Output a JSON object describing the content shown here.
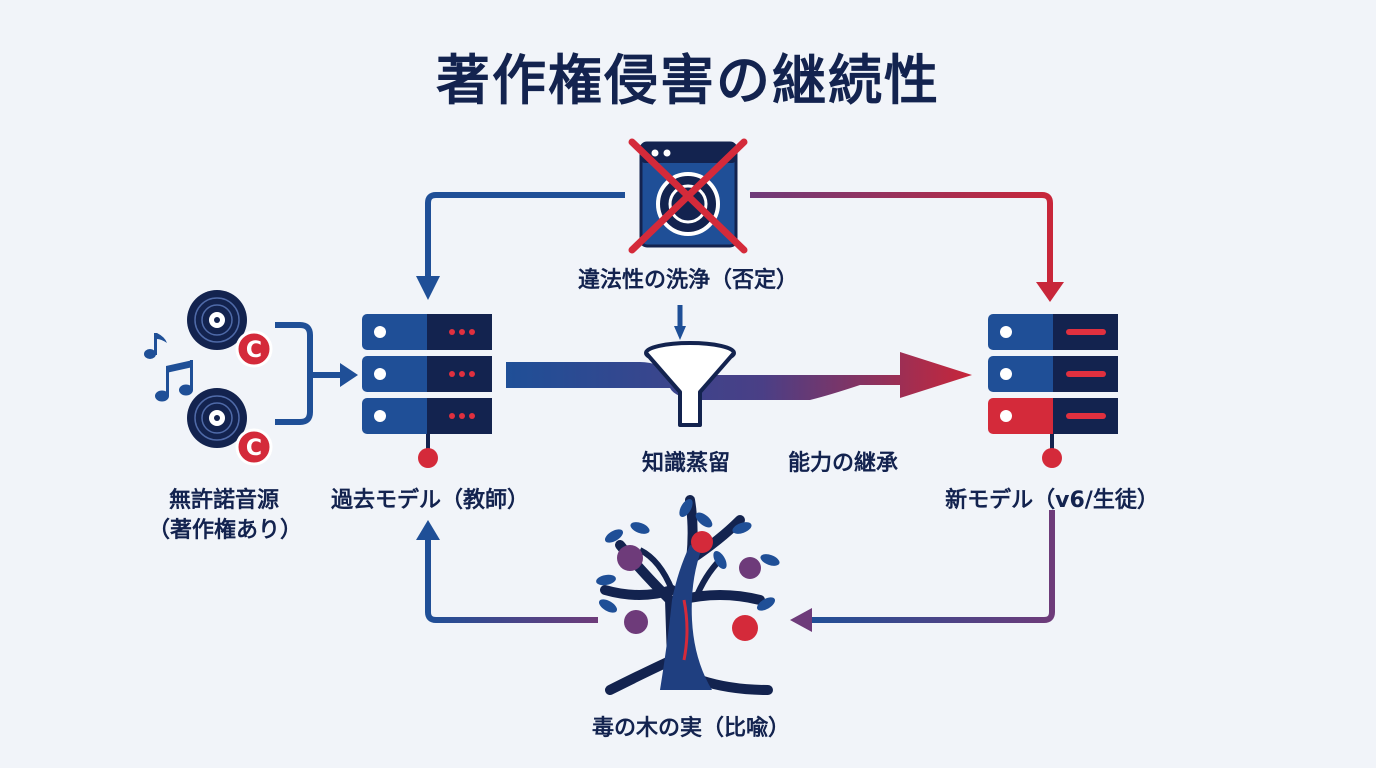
{
  "title": "著作権侵害の継続性",
  "labels": {
    "source": "無許諾音源",
    "source_sub": "（著作権あり）",
    "teacher": "過去モデル（教師）",
    "student": "新モデル（v6/生徒）",
    "laundering": "違法性の洗浄（否定）",
    "distillation": "知識蒸留",
    "inheritance": "能力の継承",
    "tree": "毒の木の実（比喩）"
  },
  "icons": {
    "copyright_symbol": "C"
  },
  "colors": {
    "navy": "#13234f",
    "blue": "#1f4f97",
    "red": "#c8263a",
    "purple": "#6e3b7a",
    "background": "#f1f4f9"
  }
}
